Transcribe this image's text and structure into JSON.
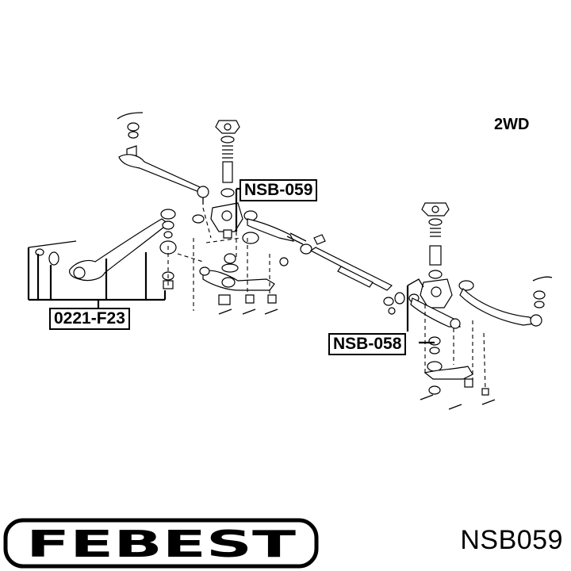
{
  "variant_label": "2WD",
  "callouts": {
    "left": "0221-F23",
    "center": "NSB-059",
    "right": "NSB-058"
  },
  "footer": {
    "brand": "FEBEST",
    "part_number": "NSB059"
  },
  "icons": {
    "logo": "febest-logo-icon"
  }
}
